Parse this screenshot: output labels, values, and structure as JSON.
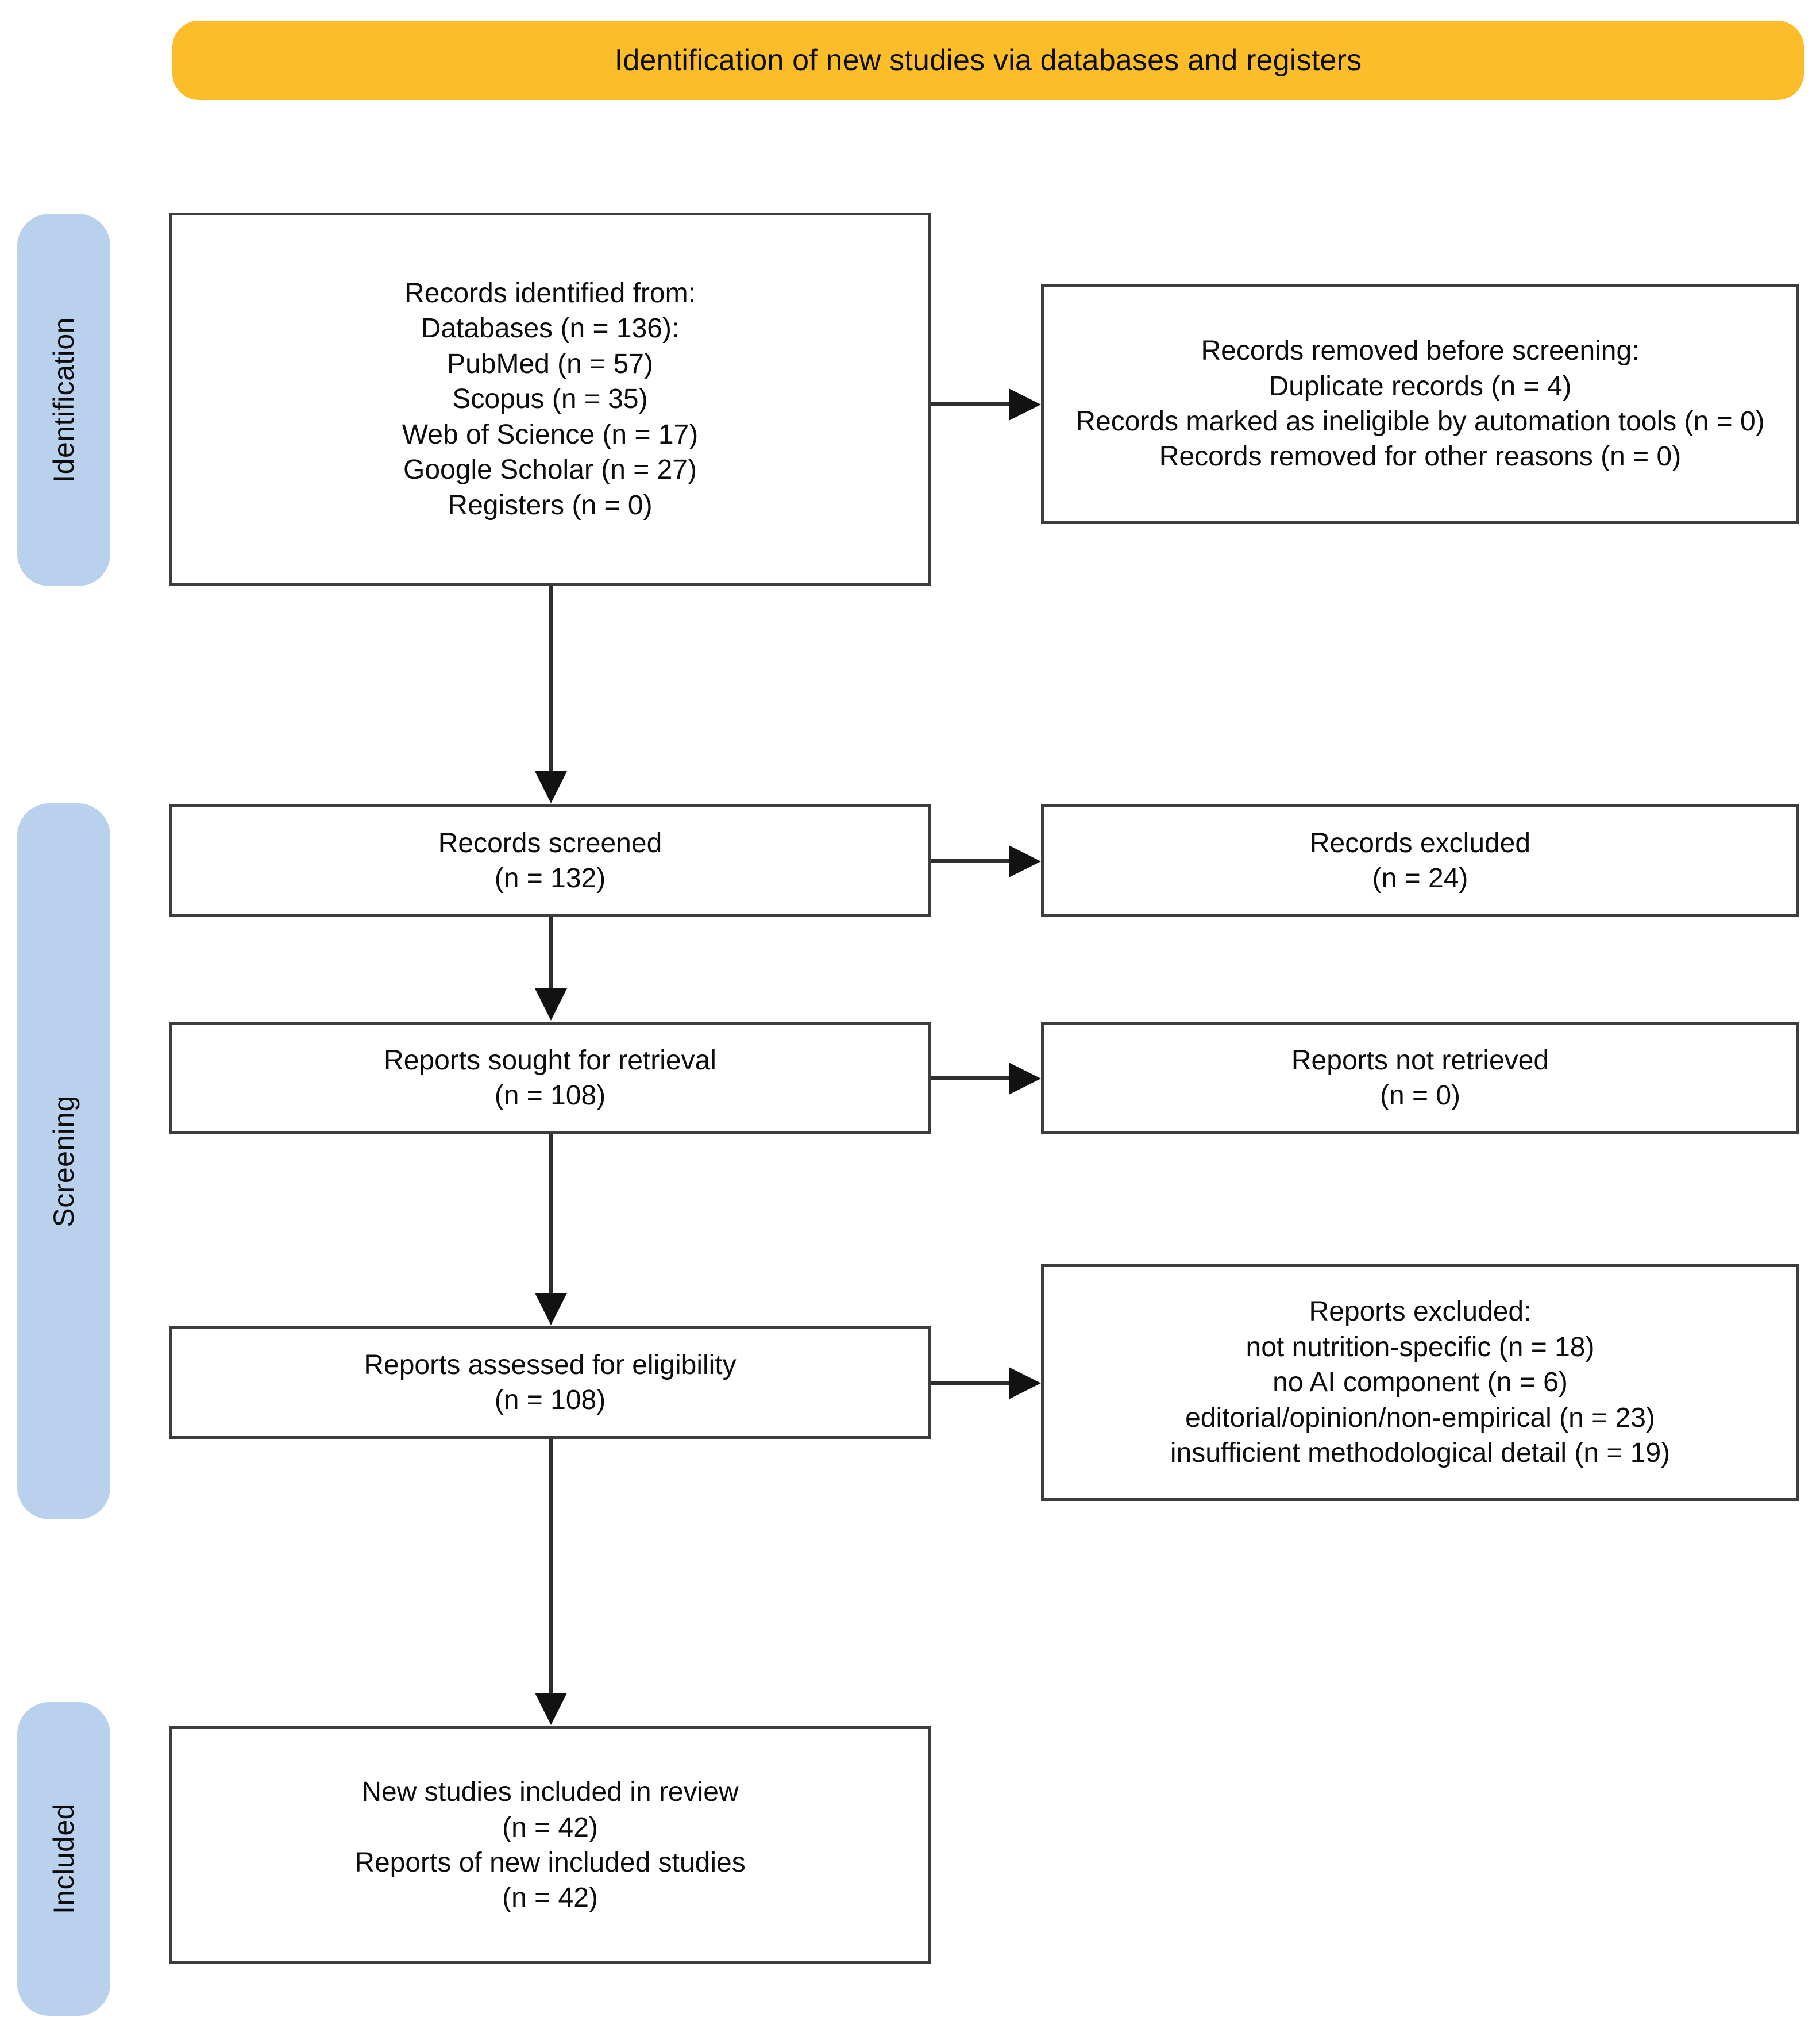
{
  "banner": {
    "title": "Identification of new studies via databases and registers",
    "color": "#fcbd2a"
  },
  "stages": {
    "identification": "Identification",
    "screening": "Screening",
    "included": "Included",
    "color": "#b9d1ed"
  },
  "boxes": {
    "identified": {
      "lines": [
        "Records identified from:",
        "Databases (n = 136):",
        "PubMed (n = 57)",
        "Scopus (n = 35)",
        "Web of Science (n = 17)",
        "Google Scholar (n = 27)",
        "Registers (n = 0)"
      ]
    },
    "removed": {
      "lines": [
        "Records removed before screening:",
        "Duplicate records (n = 4)",
        "Records marked as ineligible by automation tools (n = 0)",
        "Records removed for other reasons (n = 0)"
      ]
    },
    "screened": {
      "lines": [
        "Records screened",
        "(n = 132)"
      ]
    },
    "records_excluded": {
      "lines": [
        "Records excluded",
        "(n = 24)"
      ]
    },
    "sought": {
      "lines": [
        "Reports sought for retrieval",
        "(n = 108)"
      ]
    },
    "not_retrieved": {
      "lines": [
        "Reports not retrieved",
        "(n = 0)"
      ]
    },
    "assessed": {
      "lines": [
        "Reports assessed for eligibility",
        "(n = 108)"
      ]
    },
    "reports_excluded": {
      "lines": [
        "Reports excluded:",
        "not nutrition-specific (n = 18)",
        "no AI component (n = 6)",
        "editorial/opinion/non-empirical (n = 23)",
        "insufficient methodological detail (n = 19)"
      ]
    },
    "included": {
      "lines": [
        "New studies included in review",
        "(n = 42)",
        "Reports of new included studies",
        "(n = 42)"
      ]
    }
  },
  "chart_data": {
    "type": "diagram",
    "title": "Identification of new studies via databases and registers",
    "diagram_kind": "PRISMA 2020 flow diagram",
    "stages": [
      "Identification",
      "Screening",
      "Included"
    ],
    "nodes": [
      {
        "id": "identified",
        "stage": "Identification",
        "column": "left",
        "label": "Records identified from",
        "n_total": 136,
        "sources": [
          {
            "name": "Databases",
            "n": 136
          },
          {
            "name": "PubMed",
            "n": 57
          },
          {
            "name": "Scopus",
            "n": 35
          },
          {
            "name": "Web of Science",
            "n": 17
          },
          {
            "name": "Google Scholar",
            "n": 27
          },
          {
            "name": "Registers",
            "n": 0
          }
        ]
      },
      {
        "id": "removed",
        "stage": "Identification",
        "column": "right",
        "label": "Records removed before screening",
        "reasons": [
          {
            "name": "Duplicate records",
            "n": 4
          },
          {
            "name": "Records marked as ineligible by automation tools",
            "n": 0
          },
          {
            "name": "Records removed for other reasons",
            "n": 0
          }
        ]
      },
      {
        "id": "screened",
        "stage": "Screening",
        "column": "left",
        "label": "Records screened",
        "n": 132
      },
      {
        "id": "records_excluded",
        "stage": "Screening",
        "column": "right",
        "label": "Records excluded",
        "n": 24
      },
      {
        "id": "sought",
        "stage": "Screening",
        "column": "left",
        "label": "Reports sought for retrieval",
        "n": 108
      },
      {
        "id": "not_retrieved",
        "stage": "Screening",
        "column": "right",
        "label": "Reports not retrieved",
        "n": 0
      },
      {
        "id": "assessed",
        "stage": "Screening",
        "column": "left",
        "label": "Reports assessed for eligibility",
        "n": 108
      },
      {
        "id": "reports_excluded",
        "stage": "Screening",
        "column": "right",
        "label": "Reports excluded",
        "reasons": [
          {
            "name": "not nutrition-specific",
            "n": 18
          },
          {
            "name": "no AI component",
            "n": 6
          },
          {
            "name": "editorial/opinion/non-empirical",
            "n": 23
          },
          {
            "name": "insufficient methodological detail",
            "n": 19
          }
        ]
      },
      {
        "id": "included",
        "stage": "Included",
        "column": "left",
        "label": "New studies included in review",
        "n": 42,
        "reports_of_new_included_studies": 42
      }
    ],
    "edges": [
      {
        "from": "identified",
        "to": "removed",
        "direction": "right"
      },
      {
        "from": "identified",
        "to": "screened",
        "direction": "down"
      },
      {
        "from": "screened",
        "to": "records_excluded",
        "direction": "right"
      },
      {
        "from": "screened",
        "to": "sought",
        "direction": "down"
      },
      {
        "from": "sought",
        "to": "not_retrieved",
        "direction": "right"
      },
      {
        "from": "sought",
        "to": "assessed",
        "direction": "down"
      },
      {
        "from": "assessed",
        "to": "reports_excluded",
        "direction": "right"
      },
      {
        "from": "assessed",
        "to": "included",
        "direction": "down"
      }
    ]
  }
}
